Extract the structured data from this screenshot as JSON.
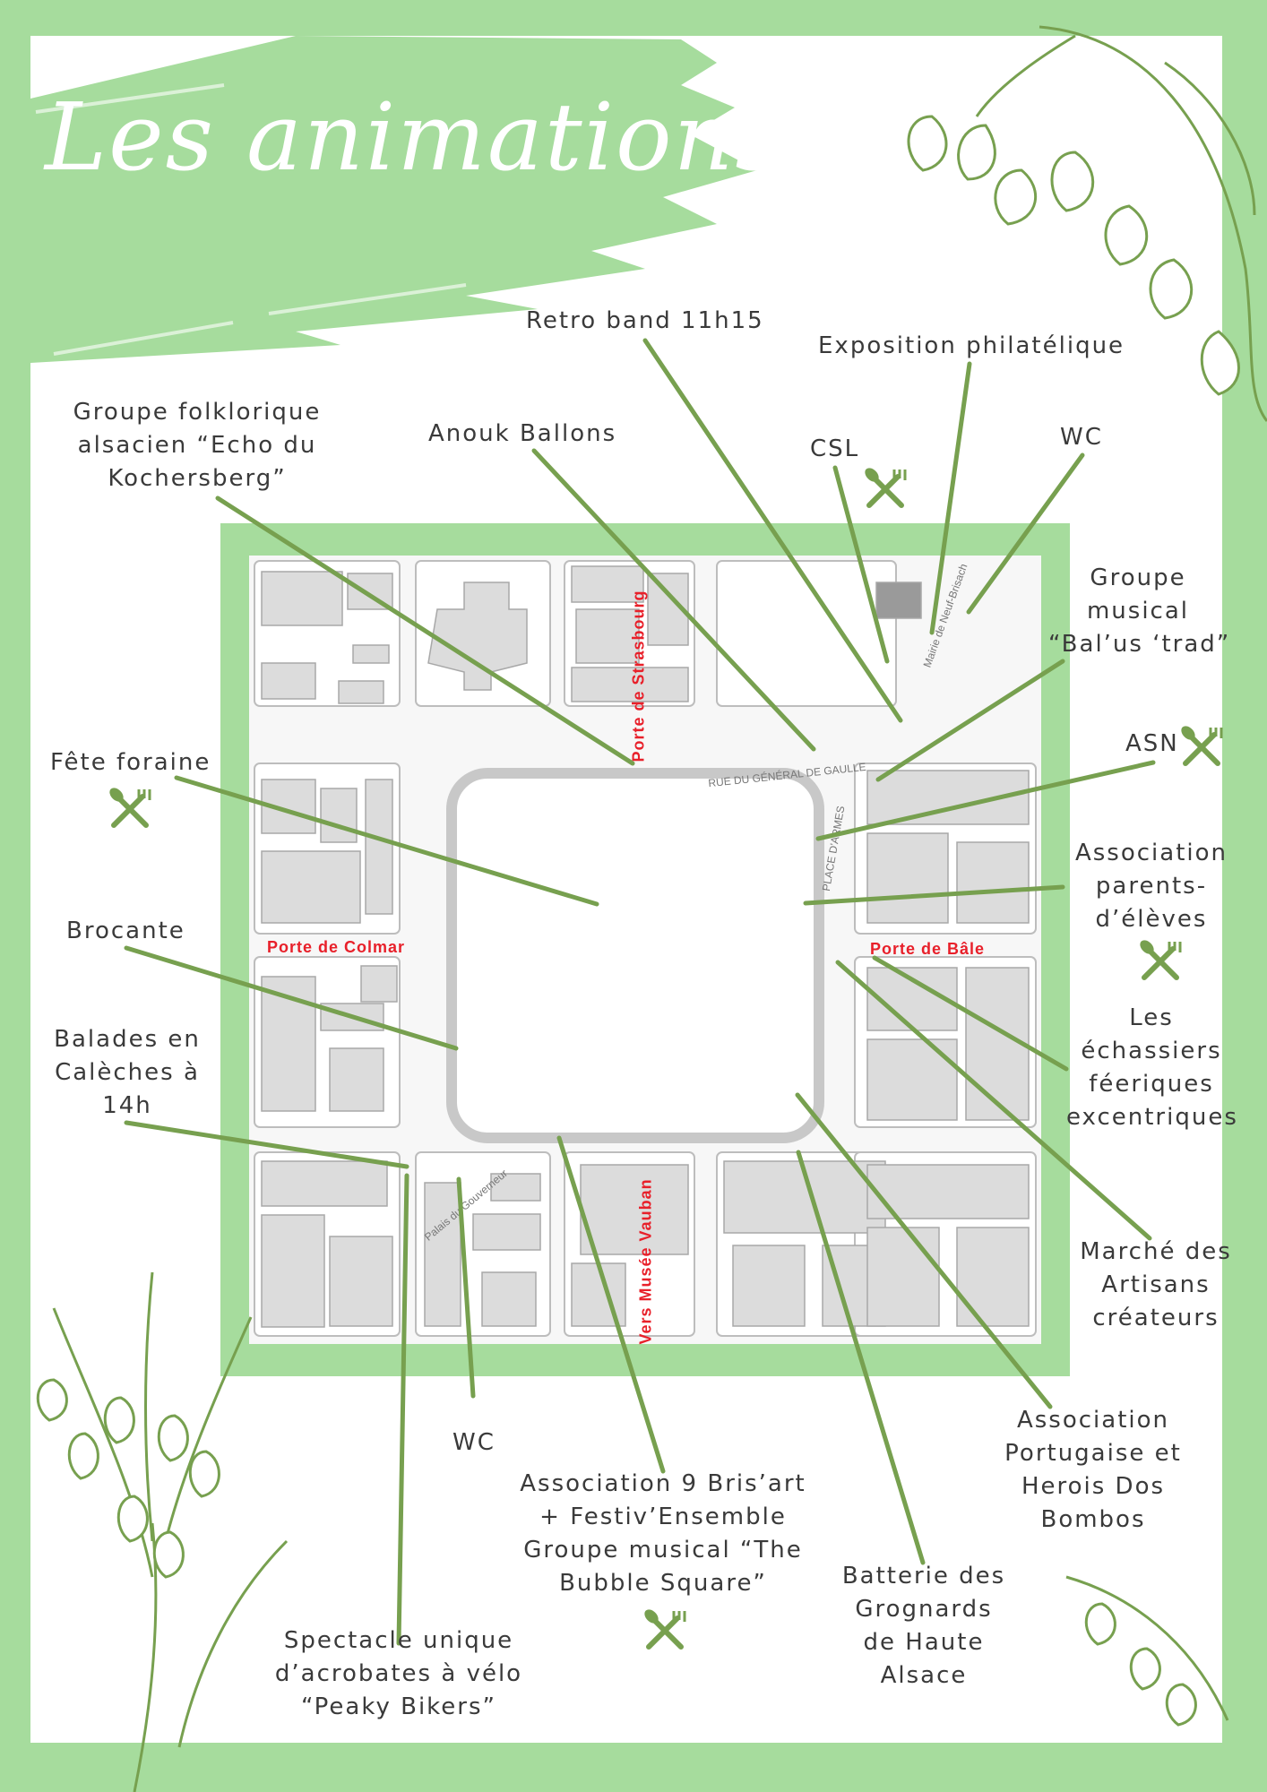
{
  "title": "Les animations",
  "colors": {
    "frame": "#a6dc9d",
    "line": "#77a04f",
    "street": "#e8202a",
    "text": "#3a3a3a"
  },
  "streets": {
    "top": "Porte de Strasbourg",
    "left": "Porte de Colmar",
    "right": "Porte de Bâle",
    "bottom": "Vers Musée Vauban"
  },
  "small_streets": {
    "top_road": "RUE DU GÉNÉRAL DE GAULLE",
    "right_road": "PLACE D'ARMES",
    "bottom_road": "Palais du Gouverneur",
    "mairie": "Mairie de Neuf-Brisach"
  },
  "labels": {
    "retro_band": "Retro band 11h15",
    "exposition": "Exposition philatélique",
    "groupe_folklorique": [
      "Groupe folklorique",
      "alsacien “Echo du",
      "Kochersberg”"
    ],
    "anouk": "Anouk Ballons",
    "csl": "CSL",
    "wc_top": "WC",
    "groupe_musical": [
      "Groupe",
      "musical",
      "“Bal’us ‘trad”"
    ],
    "asn": "ASN",
    "fete_foraine": "Fête foraine",
    "association_parents": [
      "Association",
      "parents-",
      "d’élèves"
    ],
    "brocante": "Brocante",
    "echassiers": [
      "Les",
      "échassiers",
      "féeriques",
      "excentriques"
    ],
    "caleches": [
      "Balades en",
      "Calèches à",
      "14h"
    ],
    "marche": [
      "Marché des",
      "Artisans",
      "créateurs"
    ],
    "wc_bottom": "WC",
    "association_portugaise": [
      "Association",
      "Portugaise et",
      "Herois Dos",
      "Bombos"
    ],
    "bris_art": [
      "Association 9 Bris’art",
      "+ Festiv’Ensemble",
      "Groupe musical “The",
      "Bubble Square”"
    ],
    "batterie": [
      "Batterie des",
      "Grognards",
      "de Haute",
      "Alsace"
    ],
    "spectacle": [
      "Spectacle unique",
      "d’acrobates à vélo",
      "“Peaky Bikers”"
    ]
  },
  "food_markers": [
    "CSL",
    "ASN",
    "Fête foraine",
    "Association parents-d’élèves",
    "Association 9 Bris’art"
  ],
  "icons": {
    "food": "fork-knife-icon",
    "flower": "lily-of-the-valley-icon"
  }
}
